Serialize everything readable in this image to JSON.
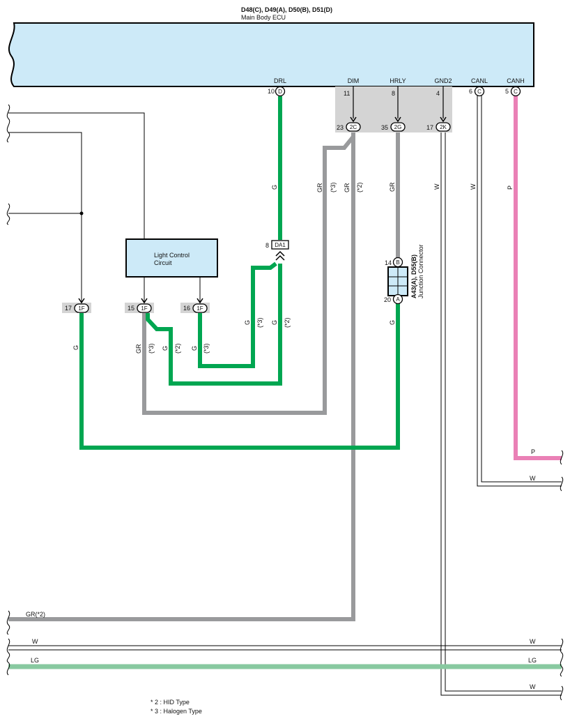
{
  "ecu": {
    "connector_refs": "D48(C), D49(A), D50(B), D51(D)",
    "name": "Main Body ECU",
    "terminals": [
      {
        "name": "DRL",
        "pin": "10",
        "conn": "D"
      },
      {
        "name": "DIM",
        "pin": "11",
        "conn": ""
      },
      {
        "name": "HRLY",
        "pin": "8",
        "conn": ""
      },
      {
        "name": "GND2",
        "pin": "4",
        "conn": ""
      },
      {
        "name": "CANL",
        "pin": "6",
        "conn": "C"
      },
      {
        "name": "CANH",
        "pin": "5",
        "conn": "C"
      }
    ]
  },
  "junction_pins": [
    {
      "pin": "23",
      "conn": "2C"
    },
    {
      "pin": "35",
      "conn": "2G"
    },
    {
      "pin": "17",
      "conn": "2K"
    }
  ],
  "light_control": {
    "title_line1": "Light Control",
    "title_line2": "Circuit",
    "pins": [
      {
        "pin": "17",
        "conn": "1F"
      },
      {
        "pin": "15",
        "conn": "1F"
      },
      {
        "pin": "16",
        "conn": "1F"
      }
    ]
  },
  "da1": {
    "pin": "8",
    "conn": "DA1"
  },
  "junction_connector": {
    "ref": "A43(A), D55(B)",
    "name": "Junction Connector",
    "pin_top": "14",
    "conn_top": "B",
    "pin_bottom": "20",
    "conn_bottom": "A"
  },
  "wire_labels": {
    "g": "G",
    "gr": "GR",
    "w": "W",
    "p": "P",
    "lg": "LG",
    "star2": "(*2)",
    "star3": "(*3)",
    "gr_star2": "GR(*2)"
  },
  "notes": [
    "* 2 : HID Type",
    "* 3 : Halogen Type"
  ],
  "colors": {
    "ecu_fill": "#cdeaf8",
    "green": "#00a651",
    "gray": "#999a9c",
    "pink": "#ea80b6",
    "light_green": "#88c9a0",
    "junction_bg": "#d4d4d4"
  }
}
